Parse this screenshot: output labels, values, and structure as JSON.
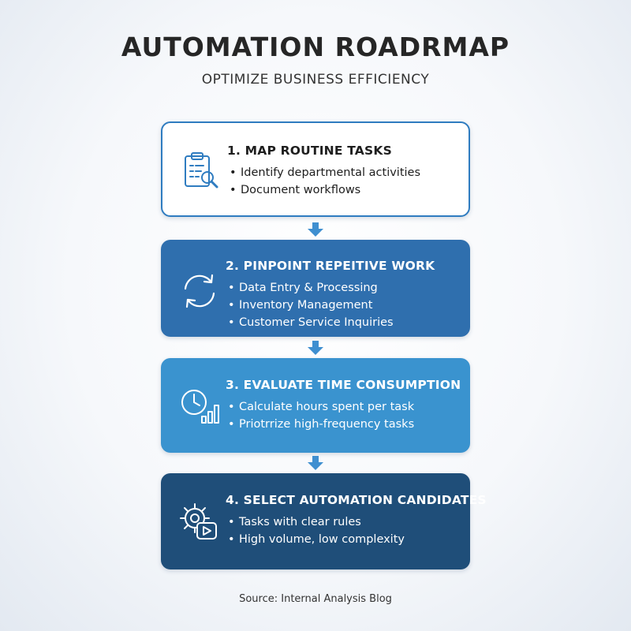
{
  "header": {
    "title": "AUTOMATION ROADRMAP",
    "subtitle": "OPTIMIZE BUSINESS EFFICIENCY"
  },
  "colors": {
    "step1_bg": "#ffffff",
    "step1_border": "#2f7cc0",
    "step2_bg": "#2f6fae",
    "step3_bg": "#3a93cf",
    "step4_bg": "#1f4e79",
    "arrow": "#3f8fd0"
  },
  "steps": [
    {
      "title": "1. MAP ROUTINE TASKS",
      "icon": "clipboard-search-icon",
      "items": [
        "Identify departmental activities",
        "Document workflows"
      ]
    },
    {
      "title": "2. PINPOINT REPEITIVE WORK",
      "icon": "refresh-cycle-icon",
      "items": [
        "Data Entry & Processing",
        "Inventory Management",
        "Customer Service Inquiries"
      ]
    },
    {
      "title": "3. EVALUATE TIME CONSUMPTION",
      "icon": "clock-bar-chart-icon",
      "items": [
        "Calculate hours spent per task",
        "Priotrrize high-frequency tasks"
      ]
    },
    {
      "title": "4. SELECT AUTOMATION CANDIDATES",
      "icon": "gear-play-icon",
      "items": [
        "Tasks with clear rules",
        "High volume, low complexity"
      ]
    }
  ],
  "footer": {
    "source": "Source: Internal Analysis Blog"
  }
}
